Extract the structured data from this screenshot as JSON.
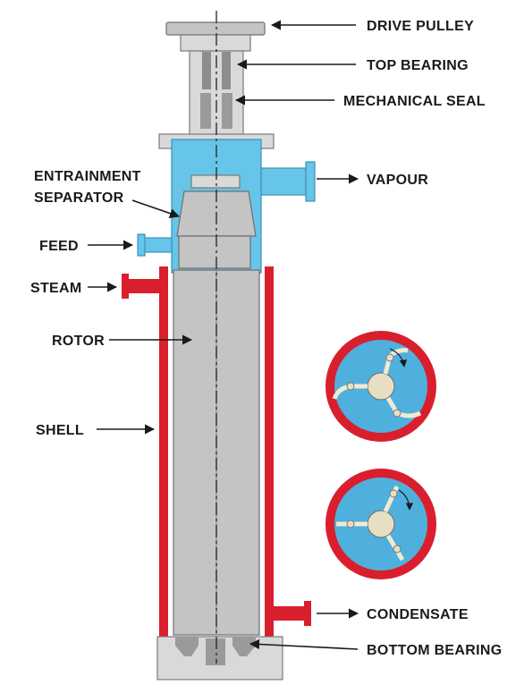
{
  "labels": {
    "drive_pulley": "DRIVE PULLEY",
    "top_bearing": "TOP BEARING",
    "mechanical_seal": "MECHANICAL SEAL",
    "vapour": "VAPOUR",
    "entrainment_1": "ENTRAINMENT",
    "entrainment_2": "SEPARATOR",
    "feed": "FEED",
    "steam": "STEAM",
    "rotor": "ROTOR",
    "shell": "SHELL",
    "condensate": "CONDENSATE",
    "bottom_bearing": "BOTTOM BEARING"
  },
  "colors": {
    "shell_red": "#d91f2d",
    "vapour_blue": "#66c5e8",
    "rotor_gray": "#c4c4c4",
    "section_fill": "#4fb0dd"
  },
  "cross_sections": [
    "rotor-blade-section-upper",
    "rotor-blade-section-lower"
  ]
}
